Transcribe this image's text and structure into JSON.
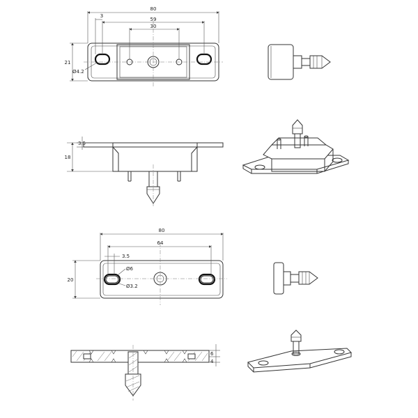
{
  "view1": {
    "d_total": "80",
    "d_span": "59",
    "d_mid": "30",
    "d_edge": "3",
    "d_height": "21",
    "d_hole": "Ø4.2"
  },
  "view2": {
    "d_flange": "3.5",
    "d_height": "18"
  },
  "view3": {
    "d_total": "80",
    "d_span": "64",
    "d_edge": "3.5",
    "d_height": "20",
    "d_hole_big": "Ø6",
    "d_hole_small": "Ø3.2"
  },
  "view4": {
    "d_a": "6",
    "d_b": "4"
  }
}
